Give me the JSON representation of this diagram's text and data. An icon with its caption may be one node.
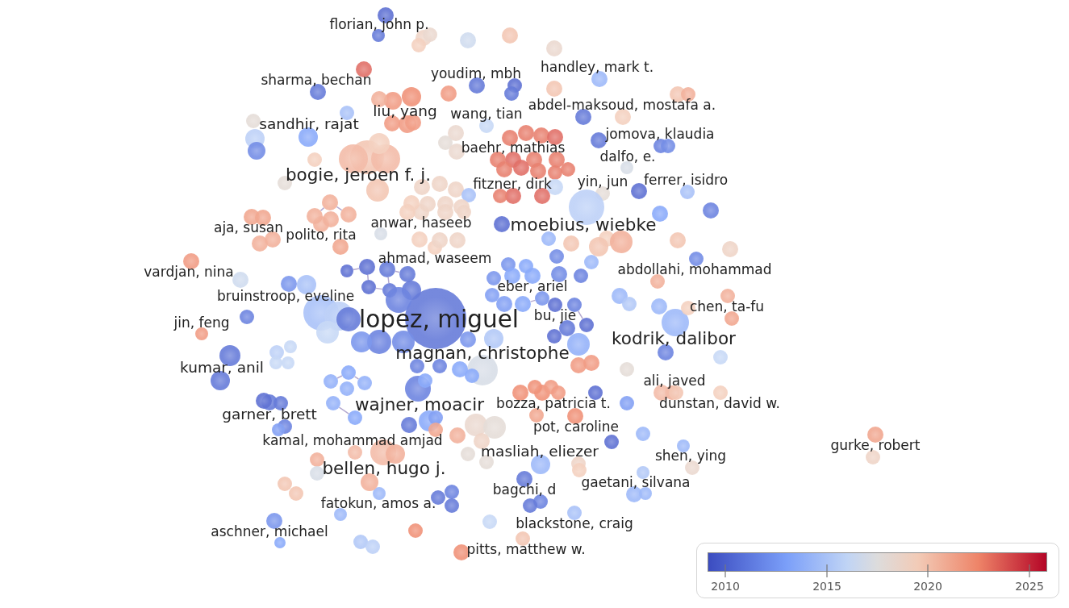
{
  "diagram": {
    "nodes": [
      {
        "text": [
          "florian, john p."
        ]
      },
      {
        "text": [
          "youdim, mbh"
        ]
      },
      {
        "text": [
          "handley, mark t."
        ]
      },
      {
        "text": [
          "sharma, bechan"
        ]
      },
      {
        "text": [
          "liu, yang"
        ]
      },
      {
        "text": [
          "abdel-maksoud, mostafa a."
        ]
      },
      {
        "text": [
          "wang, tian"
        ]
      },
      {
        "text": [
          "sandhir, rajat"
        ]
      },
      {
        "text": [
          "jomova, klaudia"
        ]
      },
      {
        "text": [
          "baehr, mathias"
        ]
      },
      {
        "text": [
          "dalfo, e."
        ]
      },
      {
        "text": [
          "bogie, jeroen f. j."
        ]
      },
      {
        "text": [
          "fitzner, dirk"
        ]
      },
      {
        "text": [
          "yin, jun"
        ]
      },
      {
        "text": [
          "ferrer, isidro"
        ]
      },
      {
        "text": [
          "moebius, wiebke"
        ]
      },
      {
        "text": [
          "anwar, haseeb"
        ]
      },
      {
        "text": [
          "aja, susan"
        ]
      },
      {
        "text": [
          "polito, rita"
        ]
      },
      {
        "text": [
          "ahmad, waseem"
        ]
      },
      {
        "text": [
          "vardjan, nina"
        ]
      },
      {
        "text": [
          "abdollahi, mohammad"
        ]
      },
      {
        "text": [
          "eber, ariel"
        ]
      },
      {
        "text": [
          "bruinstroop, eveline"
        ]
      },
      {
        "text": [
          "jin, feng"
        ]
      },
      {
        "text": [
          "chen, ta-fu"
        ]
      },
      {
        "text": [
          "lopez, miguel"
        ]
      },
      {
        "text": [
          "bu, jie"
        ]
      },
      {
        "text": [
          "kodrik, dalibor"
        ]
      },
      {
        "text": [
          "magnan, christophe"
        ]
      },
      {
        "text": [
          "kumar, anil"
        ]
      },
      {
        "text": [
          "ali, javed"
        ]
      },
      {
        "text": [
          "wajner, moacir"
        ]
      },
      {
        "text": [
          "bozza, patricia t."
        ]
      },
      {
        "text": [
          "dunstan, david w."
        ]
      },
      {
        "text": [
          "garner, brett"
        ]
      },
      {
        "text": [
          "pot, caroline"
        ]
      },
      {
        "text": [
          "kamal, mohammad amjad"
        ]
      },
      {
        "text": [
          "gurke, robert"
        ]
      },
      {
        "text": [
          "masliah, eliezer"
        ]
      },
      {
        "text": [
          "shen, ying"
        ]
      },
      {
        "text": [
          "bellen, hugo j."
        ]
      },
      {
        "text": [
          "gaetani, silvana"
        ]
      },
      {
        "text": [
          "bagchi, d"
        ]
      },
      {
        "text": [
          "fatokun, amos a."
        ]
      },
      {
        "text": [
          "blackstone, craig"
        ]
      },
      {
        "text": [
          "aschner, michael"
        ]
      },
      {
        "text": [
          "pitts, matthew w."
        ]
      },
      {
        "text": [],
        "shape": "circle"
      },
      {
        "text": [],
        "shape": "circle"
      },
      {
        "text": [],
        "shape": "circle"
      },
      {
        "text": [],
        "shape": "circle"
      },
      {
        "text": [],
        "shape": "circle"
      },
      {
        "text": [],
        "shape": "circle"
      },
      {
        "text": [],
        "shape": "circle"
      },
      {
        "text": [],
        "shape": "circle"
      },
      {
        "text": [],
        "shape": "circle"
      },
      {
        "text": [],
        "shape": "circle"
      },
      {
        "text": [],
        "shape": "circle"
      },
      {
        "text": [],
        "shape": "circle"
      },
      {
        "text": [],
        "shape": "circle"
      },
      {
        "text": [],
        "shape": "circle"
      },
      {
        "text": [],
        "shape": "circle"
      },
      {
        "text": [],
        "shape": "circle"
      },
      {
        "text": [],
        "shape": "circle"
      },
      {
        "text": [],
        "shape": "circle"
      },
      {
        "text": [],
        "shape": "circle"
      },
      {
        "text": [],
        "shape": "circle"
      },
      {
        "text": [],
        "shape": "circle"
      },
      {
        "text": [],
        "shape": "circle"
      },
      {
        "text": [],
        "shape": "circle"
      },
      {
        "text": [],
        "shape": "circle"
      },
      {
        "text": [],
        "shape": "circle"
      },
      {
        "text": [],
        "shape": "circle"
      },
      {
        "text": [],
        "shape": "circle"
      },
      {
        "text": [],
        "shape": "circle"
      },
      {
        "text": [],
        "shape": "circle"
      },
      {
        "text": [],
        "shape": "circle"
      },
      {
        "text": [],
        "shape": "circle"
      },
      {
        "text": [],
        "shape": "circle"
      },
      {
        "text": [],
        "shape": "circle"
      },
      {
        "text": [],
        "shape": "circle"
      },
      {
        "text": [],
        "shape": "circle"
      },
      {
        "text": [],
        "shape": "circle"
      },
      {
        "text": [],
        "shape": "circle"
      },
      {
        "text": [],
        "shape": "circle"
      },
      {
        "text": [],
        "shape": "circle"
      },
      {
        "text": [],
        "shape": "circle"
      },
      {
        "text": [],
        "shape": "circle"
      },
      {
        "text": [],
        "shape": "circle"
      },
      {
        "text": [],
        "shape": "circle"
      },
      {
        "text": [],
        "shape": "circle"
      },
      {
        "text": [],
        "shape": "circle"
      },
      {
        "text": [],
        "shape": "circle"
      },
      {
        "text": [],
        "shape": "circle"
      },
      {
        "text": [],
        "shape": "circle"
      },
      {
        "text": [],
        "shape": "circle"
      },
      {
        "text": [],
        "shape": "circle"
      },
      {
        "text": [],
        "shape": "circle"
      },
      {
        "text": [],
        "shape": "circle"
      },
      {
        "text": [],
        "shape": "circle"
      },
      {
        "text": [],
        "shape": "circle"
      },
      {
        "text": [],
        "shape": "circle"
      },
      {
        "text": [],
        "shape": "circle"
      },
      {
        "text": [],
        "shape": "circle"
      },
      {
        "text": [],
        "shape": "circle"
      },
      {
        "text": [],
        "shape": "circle"
      },
      {
        "text": [],
        "shape": "circle"
      },
      {
        "text": [],
        "shape": "circle"
      },
      {
        "text": [],
        "shape": "circle"
      },
      {
        "text": [],
        "shape": "circle"
      },
      {
        "text": [],
        "shape": "circle"
      },
      {
        "text": [],
        "shape": "circle"
      },
      {
        "text": [],
        "shape": "circle"
      },
      {
        "text": [],
        "shape": "circle"
      },
      {
        "text": [],
        "shape": "circle"
      },
      {
        "text": [],
        "shape": "circle"
      },
      {
        "text": [],
        "shape": "circle"
      },
      {
        "text": [],
        "shape": "circle"
      },
      {
        "text": [],
        "shape": "circle"
      },
      {
        "text": [],
        "shape": "circle"
      },
      {
        "text": [],
        "shape": "circle"
      },
      {
        "text": [],
        "shape": "circle"
      },
      {
        "text": [],
        "shape": "circle"
      },
      {
        "text": [],
        "shape": "circle"
      },
      {
        "text": [],
        "shape": "circle"
      },
      {
        "text": [],
        "shape": "circle"
      },
      {
        "text": [],
        "shape": "circle"
      },
      {
        "text": [],
        "shape": "circle"
      },
      {
        "text": [],
        "shape": "circle"
      },
      {
        "text": [],
        "shape": "circle"
      },
      {
        "text": [],
        "shape": "circle"
      },
      {
        "text": [],
        "shape": "circle"
      },
      {
        "text": [],
        "shape": "circle"
      },
      {
        "text": [],
        "shape": "circle"
      },
      {
        "text": [],
        "shape": "circle"
      },
      {
        "text": [],
        "shape": "circle"
      },
      {
        "text": [],
        "shape": "circle"
      },
      {
        "text": [],
        "shape": "circle"
      },
      {
        "text": [],
        "shape": "circle"
      },
      {
        "text": [],
        "shape": "circle"
      },
      {
        "text": [],
        "shape": "circle"
      },
      {
        "text": [],
        "shape": "circle"
      },
      {
        "text": [],
        "shape": "circle"
      },
      {
        "text": [],
        "shape": "circle"
      },
      {
        "text": [],
        "shape": "circle"
      },
      {
        "text": [],
        "shape": "circle"
      },
      {
        "text": [],
        "shape": "circle"
      },
      {
        "text": [],
        "shape": "circle"
      },
      {
        "text": [],
        "shape": "circle"
      },
      {
        "text": [],
        "shape": "circle"
      },
      {
        "text": [],
        "shape": "circle"
      },
      {
        "text": [],
        "shape": "circle"
      },
      {
        "text": [],
        "shape": "circle"
      },
      {
        "text": [],
        "shape": "circle"
      },
      {
        "text": [],
        "shape": "circle"
      },
      {
        "text": [],
        "shape": "circle"
      },
      {
        "text": [],
        "shape": "circle"
      },
      {
        "text": [],
        "shape": "circle"
      },
      {
        "text": [],
        "shape": "circle"
      },
      {
        "text": [],
        "shape": "circle"
      },
      {
        "text": [],
        "shape": "circle"
      },
      {
        "text": [],
        "shape": "circle"
      },
      {
        "text": [],
        "shape": "circle"
      },
      {
        "text": [],
        "shape": "circle"
      },
      {
        "text": [],
        "shape": "circle"
      },
      {
        "text": [],
        "shape": "circle"
      },
      {
        "text": [],
        "shape": "circle"
      },
      {
        "text": [],
        "shape": "circle"
      },
      {
        "text": [],
        "shape": "circle"
      },
      {
        "text": [],
        "shape": "circle"
      },
      {
        "text": [],
        "shape": "circle"
      },
      {
        "text": [],
        "shape": "circle"
      },
      {
        "text": [],
        "shape": "circle"
      },
      {
        "text": [],
        "shape": "circle"
      },
      {
        "text": [],
        "shape": "circle"
      },
      {
        "text": [],
        "shape": "circle"
      },
      {
        "text": [],
        "shape": "circle"
      },
      {
        "text": [],
        "shape": "circle"
      },
      {
        "text": [],
        "shape": "circle"
      },
      {
        "text": [],
        "shape": "circle"
      },
      {
        "text": [],
        "shape": "circle"
      },
      {
        "text": [],
        "shape": "circle"
      },
      {
        "text": [],
        "shape": "circle"
      },
      {
        "text": [],
        "shape": "circle"
      },
      {
        "text": [],
        "shape": "circle"
      },
      {
        "text": [],
        "shape": "circle"
      },
      {
        "text": [],
        "shape": "circle"
      },
      {
        "text": [],
        "shape": "circle"
      },
      {
        "text": [],
        "shape": "circle"
      },
      {
        "text": [],
        "shape": "circle"
      },
      {
        "text": [],
        "shape": "circle"
      },
      {
        "text": [],
        "shape": "circle"
      },
      {
        "text": [],
        "shape": "circle"
      },
      {
        "text": [],
        "shape": "circle"
      },
      {
        "text": [],
        "shape": "circle"
      },
      {
        "text": [],
        "shape": "circle"
      },
      {
        "text": [],
        "shape": "circle"
      },
      {
        "text": [],
        "shape": "circle"
      },
      {
        "text": [],
        "shape": "circle"
      },
      {
        "text": [],
        "shape": "circle"
      },
      {
        "text": [],
        "shape": "circle"
      },
      {
        "text": [],
        "shape": "circle"
      },
      {
        "text": [],
        "shape": "circle"
      },
      {
        "text": [],
        "shape": "circle"
      },
      {
        "text": [],
        "shape": "circle"
      },
      {
        "text": [],
        "shape": "circle"
      },
      {
        "text": [],
        "shape": "circle"
      },
      {
        "text": [],
        "shape": "circle"
      },
      {
        "text": [],
        "shape": "circle"
      },
      {
        "text": [],
        "shape": "circle"
      },
      {
        "text": [],
        "shape": "circle"
      },
      {
        "text": [],
        "shape": "circle"
      },
      {
        "text": [],
        "shape": "circle"
      },
      {
        "text": [],
        "shape": "circle"
      },
      {
        "text": [],
        "shape": "circle"
      },
      {
        "text": [],
        "shape": "circle"
      },
      {
        "text": [],
        "shape": "circle"
      },
      {
        "text": [],
        "shape": "circle"
      },
      {
        "text": [],
        "shape": "circle"
      },
      {
        "text": [],
        "shape": "circle"
      },
      {
        "text": [],
        "shape": "circle"
      },
      {
        "text": [],
        "shape": "circle"
      },
      {
        "text": [],
        "shape": "circle"
      },
      {
        "text": [],
        "shape": "circle"
      },
      {
        "text": [],
        "shape": "circle"
      },
      {
        "text": [],
        "shape": "circle"
      },
      {
        "text": [],
        "shape": "circle"
      },
      {
        "text": [],
        "shape": "circle"
      },
      {
        "text": [],
        "shape": "circle"
      },
      {
        "text": [],
        "shape": "circle"
      },
      {
        "text": [],
        "shape": "circle"
      },
      {
        "text": [],
        "shape": "circle"
      },
      {
        "text": [],
        "shape": "circle"
      },
      {
        "text": [],
        "shape": "circle"
      },
      {
        "text": [],
        "shape": "circle"
      },
      {
        "text": [],
        "shape": "circle"
      },
      {
        "text": [],
        "shape": "circle"
      },
      {
        "text": [],
        "shape": "circle"
      },
      {
        "text": [],
        "shape": "circle"
      },
      {
        "text": [],
        "shape": "circle"
      },
      {
        "text": [],
        "shape": "circle"
      },
      {
        "text": [],
        "shape": "circle"
      },
      {
        "text": [],
        "shape": "circle"
      },
      {
        "text": [],
        "shape": "circle"
      }
    ],
    "edges": [
      {
        "from": 114,
        "to": 116,
        "arrow": "none"
      },
      {
        "from": 115,
        "to": 114,
        "arrow": "none"
      },
      {
        "from": 136,
        "to": 139,
        "arrow": "none"
      },
      {
        "from": 137,
        "to": 140,
        "arrow": "none"
      },
      {
        "from": 191,
        "to": 192,
        "arrow": "none"
      },
      {
        "from": 158,
        "to": 159,
        "arrow": "none"
      },
      {
        "from": 135,
        "to": 136,
        "arrow": "none"
      },
      {
        "from": 137,
        "to": 138,
        "arrow": "none"
      },
      {
        "from": 139,
        "to": 140,
        "arrow": "none"
      },
      {
        "from": 187,
        "to": 190,
        "arrow": "none"
      },
      {
        "from": 187,
        "to": 188,
        "arrow": "none"
      },
      {
        "from": 161,
        "to": 162,
        "arrow": "none"
      }
    ],
    "labels": [
      "2010",
      "2015",
      "2020",
      "2025"
    ]
  }
}
